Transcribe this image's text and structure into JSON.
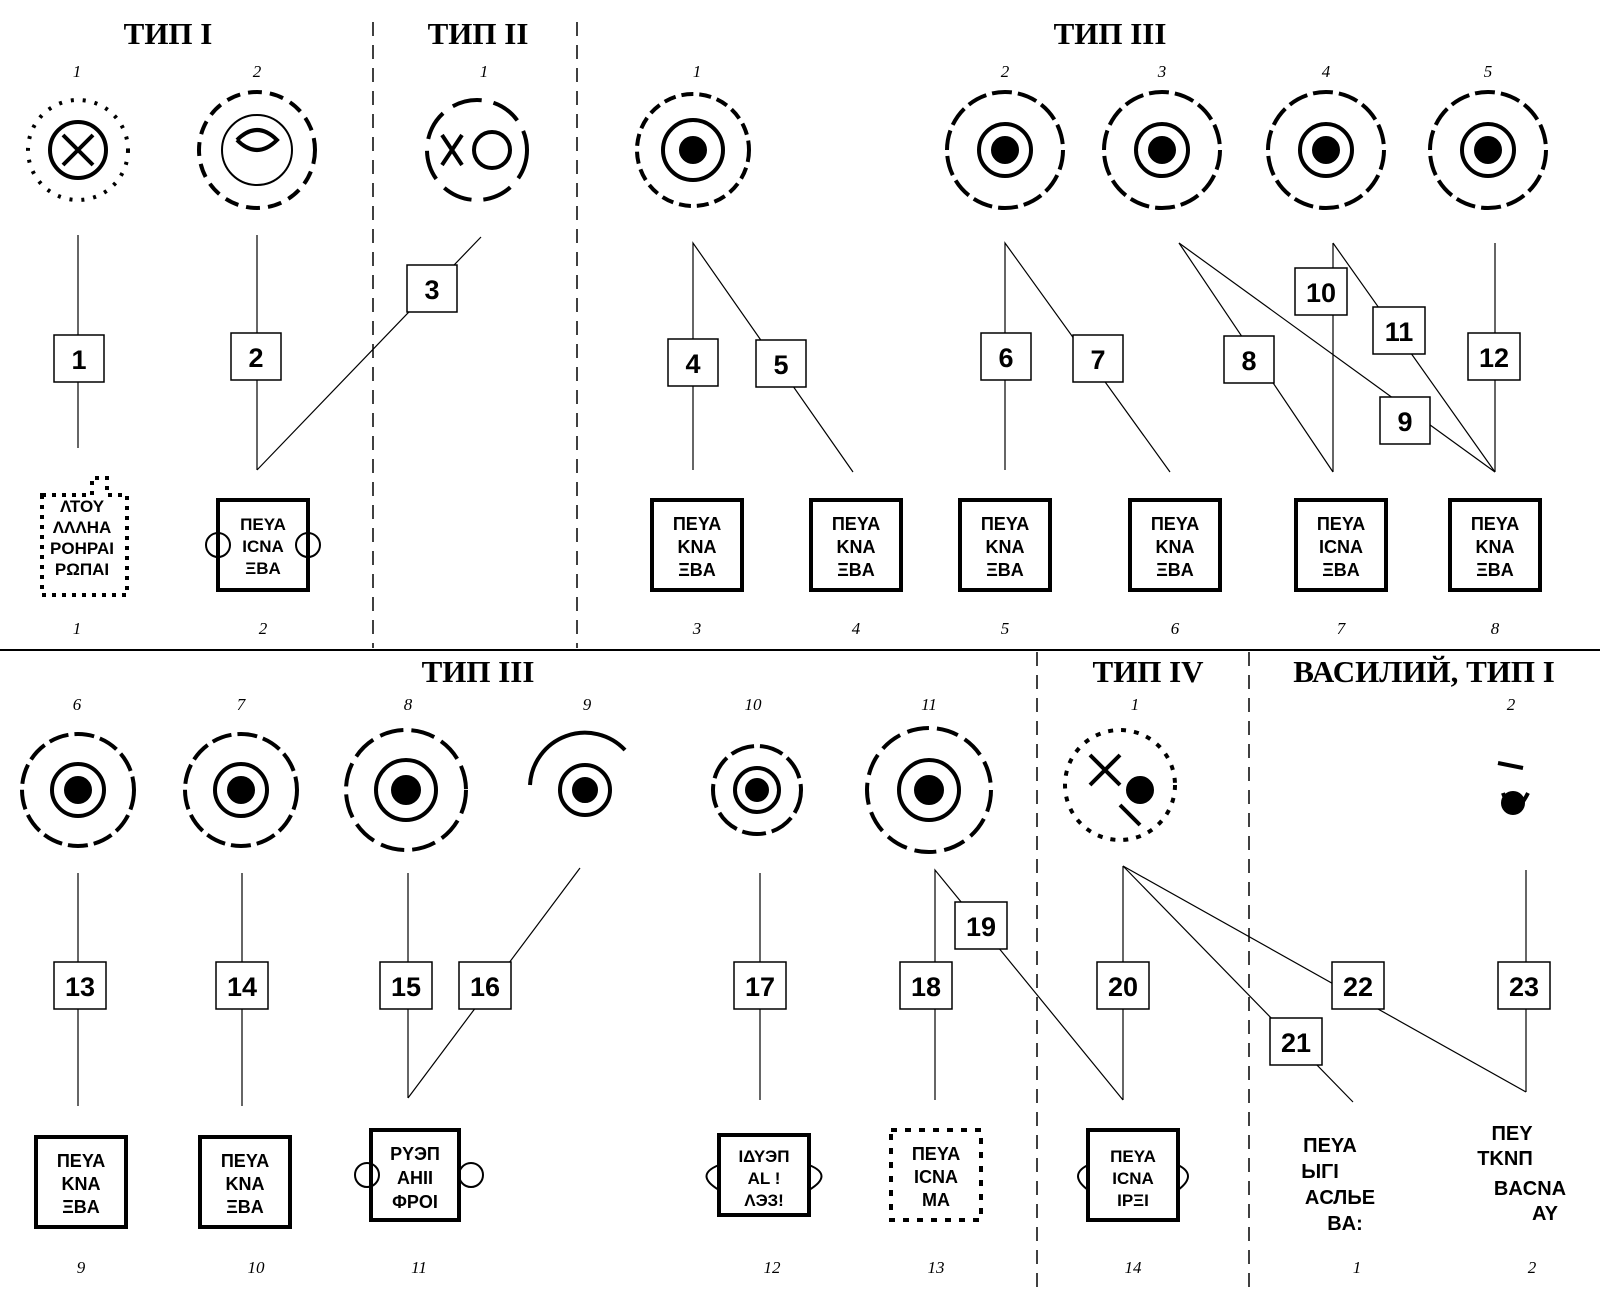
{
  "headers": {
    "top_type1": "ТИП I",
    "top_type2": "ТИП II",
    "top_type3": "ТИП III",
    "bottom_type3": "ТИП III",
    "bottom_type4": "ТИП IV",
    "bottom_vasily": "ВАСИЛИЙ, ТИП I"
  },
  "top_obverse_numbers": [
    "1",
    "2",
    "1",
    "1",
    "2",
    "3",
    "4",
    "5"
  ],
  "top_reverse_numbers": [
    "1",
    "2",
    "3",
    "4",
    "5",
    "6",
    "7",
    "8"
  ],
  "bottom_obverse_numbers": [
    "6",
    "7",
    "8",
    "9",
    "10",
    "11",
    "1",
    "2"
  ],
  "bottom_reverse_numbers": [
    "9",
    "10",
    "11",
    "12",
    "13",
    "14",
    "1",
    "2"
  ],
  "link_labels": [
    "1",
    "2",
    "3",
    "4",
    "5",
    "6",
    "7",
    "8",
    "9",
    "10",
    "11",
    "12",
    "13",
    "14",
    "15",
    "16",
    "17",
    "18",
    "19",
    "20",
    "21",
    "22",
    "23"
  ],
  "legends": {
    "type1_r1": [
      "ΛΤΟΥ",
      "ΛΛΛΗΑ",
      "ΡΟΗΡΑΙ",
      "ΡΩΠΑΙ"
    ],
    "type3_r": [
      "ΠΕΥΑ",
      "ΚΝΑ",
      "ΞΒΑ"
    ],
    "type3_r2": [
      "ΠΕΥΑ",
      "ΙCΝΑ",
      "ΞΒΑ"
    ],
    "bottom_r11": [
      "ΡΥЭΠ",
      "ΑΗΙΙ",
      "ΦΡΟΙ"
    ],
    "bottom_r12": [
      "ΙΔΥЭΠ",
      "ΑL  !",
      "ΛЭЗ!"
    ],
    "bottom_r13": [
      "ΠΕΥΑ",
      "ΙCΝΑ",
      "ΜΑ"
    ],
    "bottom_r14": [
      "ΠΕΥΑ",
      "ΙCΝΑ",
      "ΙΡΞΙ"
    ],
    "vasily_r1": [
      "ΠΕΥΑ",
      "ЬΙΓΙ",
      "ΑСЛЬΕ",
      "ΒΑ:"
    ],
    "vasily_r2": [
      "ΠΕΥ",
      "ΤΚΝΠ",
      "ΒΑСΝΑ",
      "ΑΥ"
    ]
  }
}
